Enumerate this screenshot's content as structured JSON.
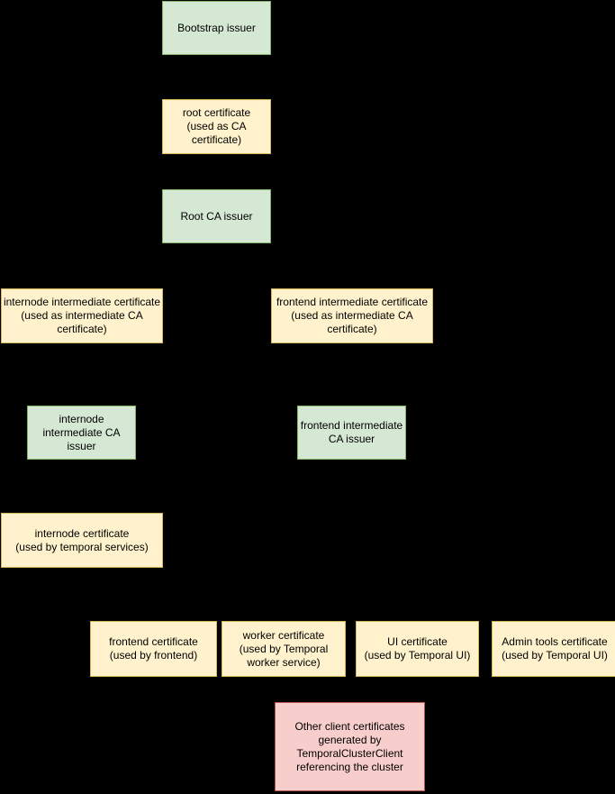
{
  "colors": {
    "background": "#000000",
    "issuer_fill": "#d5e8d4",
    "issuer_border": "#82b366",
    "certificate_fill": "#fff2cc",
    "certificate_border": "#d6b656",
    "client_fill": "#f8cecc",
    "client_border": "#b85450",
    "text": "#000000"
  },
  "nodes": {
    "bootstrap_issuer": {
      "type": "issuer",
      "label": "Bootstrap issuer"
    },
    "root_certificate": {
      "type": "certificate",
      "label": "root certificate\n(used as CA\ncertificate)"
    },
    "root_ca_issuer": {
      "type": "issuer",
      "label": "Root CA issuer"
    },
    "internode_intermediate_certificate": {
      "type": "certificate",
      "label": "internode intermediate certificate\n(used as intermediate CA\ncertificate)"
    },
    "frontend_intermediate_certificate": {
      "type": "certificate",
      "label": "frontend intermediate certificate\n(used as intermediate CA\ncertificate)"
    },
    "internode_intermediate_ca_issuer": {
      "type": "issuer",
      "label": "internode\nintermediate CA\nissuer"
    },
    "frontend_intermediate_ca_issuer": {
      "type": "issuer",
      "label": "frontend intermediate\nCA issuer"
    },
    "internode_certificate": {
      "type": "certificate",
      "label": "internode certificate\n(used by temporal services)"
    },
    "frontend_certificate": {
      "type": "certificate",
      "label": "frontend certificate\n(used by frontend)"
    },
    "worker_certificate": {
      "type": "certificate",
      "label": "worker certificate\n(used by Temporal\nworker service)"
    },
    "ui_certificate": {
      "type": "certificate",
      "label": "UI certificate\n(used by Temporal UI)"
    },
    "admin_tools_certificate": {
      "type": "certificate",
      "label": "Admin tools certificate\n(used by Temporal UI)"
    },
    "other_client_certificates": {
      "type": "client",
      "label": "Other client certificates\ngenerated by\nTemporalClusterClient\nreferencing the cluster"
    }
  }
}
